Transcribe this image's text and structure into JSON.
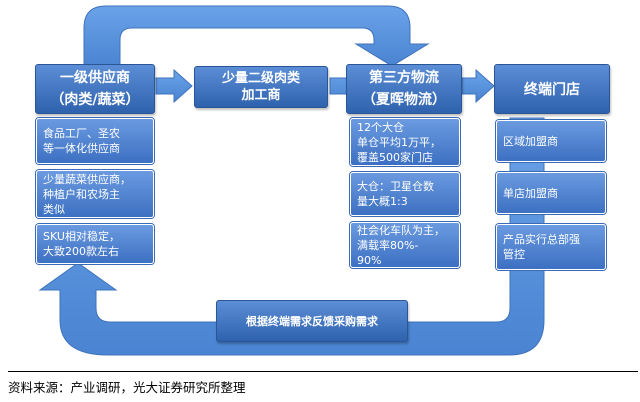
{
  "columns": {
    "col1": {
      "header": "一级供应商\n（肉类/蔬菜）",
      "items": [
        "食品工厂、圣农\n等一体化供应商",
        "少量蔬菜供应商，\n种植户和农场主\n类似",
        "SKU相对稳定，\n大致200款左右"
      ]
    },
    "col2": {
      "header": "少量二级肉类\n加工商"
    },
    "col3": {
      "header": "第三方物流\n（夏晖物流）",
      "items": [
        "12个大仓\n单仓平均1万平，\n覆盖500家门店",
        "大仓：卫星仓数\n量大概1:3",
        "社会化车队为主，\n满载率80%-\n90%"
      ]
    },
    "col4": {
      "header": "终端门店",
      "items": [
        "区域加盟商",
        "单店加盟商",
        "产品实行总部强\n管控"
      ]
    }
  },
  "feedback_label": "根据终端需求反馈采购需求",
  "source": "资料来源：产业调研，光大证券研究所整理",
  "colors": {
    "arrow": "#5a93dc",
    "header": "#2f62ad",
    "item": "#4a7fd0"
  }
}
